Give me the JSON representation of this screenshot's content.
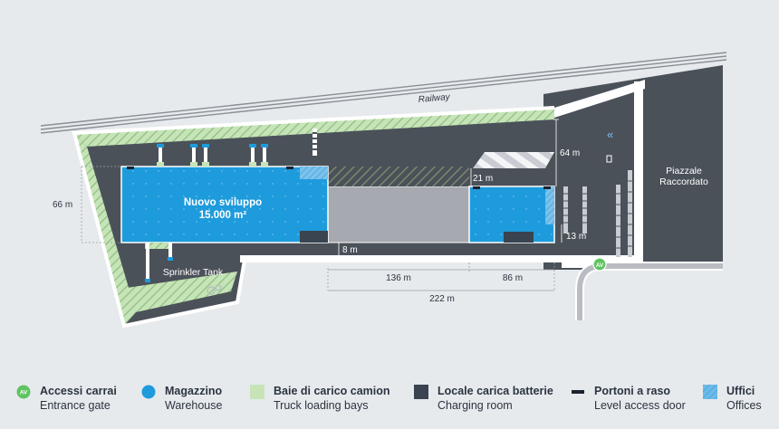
{
  "labels": {
    "railway": "Railway",
    "new_dev_line1": "Nuovo sviluppo",
    "new_dev_line2": "15.000 m²",
    "sprinkler": "Sprinkler Tank",
    "piazzale_line1": "Piazzale",
    "piazzale_line2": "Raccordato",
    "gate_badge": "AV"
  },
  "dimensions": {
    "d66": "66 m",
    "d64": "64 m",
    "d21": "21 m",
    "d13": "13 m",
    "d8": "8 m",
    "d136": "136 m",
    "d86": "86 m",
    "d222": "222 m"
  },
  "legend": [
    {
      "icon": "entrance-gate-icon",
      "it": "Accessi carrai",
      "en": "Entrance gate",
      "color": "#5fc45f"
    },
    {
      "icon": "warehouse-icon",
      "it": "Magazzino",
      "en": "Warehouse",
      "color": "#1e9bdc"
    },
    {
      "icon": "loading-bay-icon",
      "it": "Baie di carico camion",
      "en": "Truck loading bays",
      "color": "#c6e4b7"
    },
    {
      "icon": "charging-room-icon",
      "it": "Locale carica batterie",
      "en": "Charging room",
      "color": "#3a4450"
    },
    {
      "icon": "level-door-icon",
      "it": "Portoni a raso",
      "en": "Level access door",
      "color": "#1a2330"
    },
    {
      "icon": "offices-icon",
      "it": "Uffici",
      "en": "Offices",
      "color": "#4fa8e0"
    }
  ],
  "colors": {
    "background": "#e7eaed",
    "site": "#4b5159",
    "warehouse": "#1e9bdc",
    "existing": "#a6a9b0",
    "green": "#c6e4b7",
    "road": "#ffffff"
  }
}
